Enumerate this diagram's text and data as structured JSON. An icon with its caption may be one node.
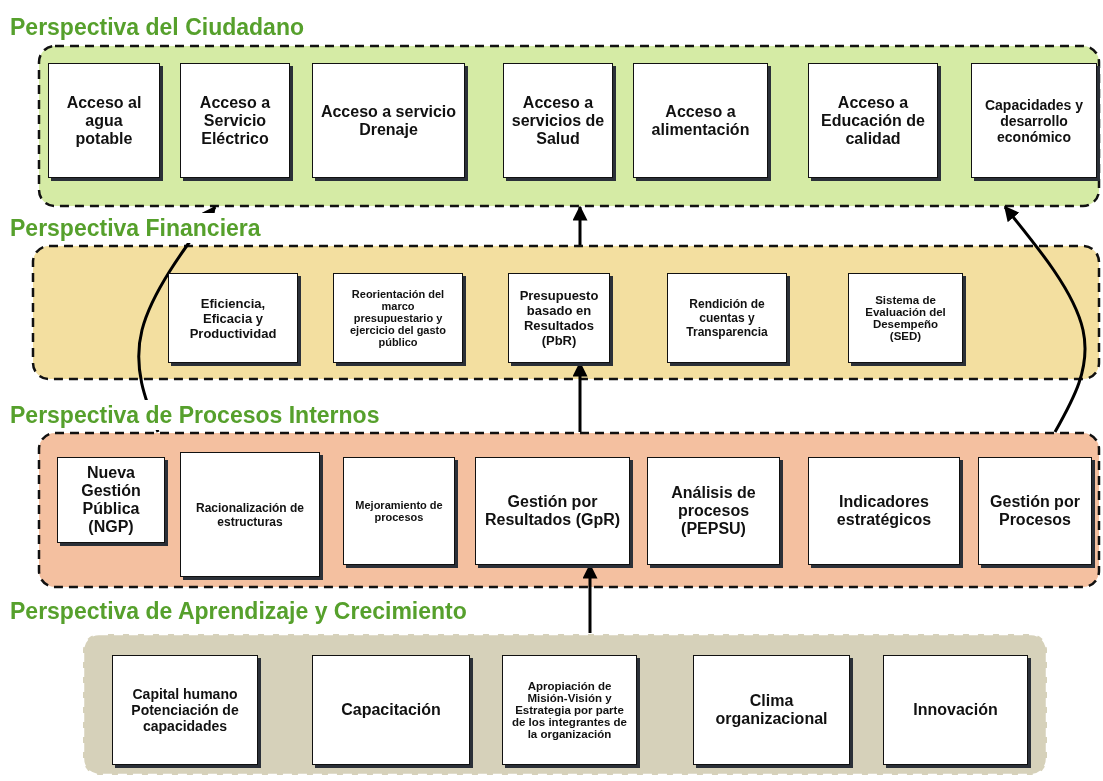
{
  "diagram": {
    "nodes": [
      {
        "text": [
          "Perspectiva del Ciudadano"
        ]
      },
      {
        "text": [
          "Acceso al agua potable"
        ],
        "in": 0
      },
      {
        "text": [
          "Acceso a Servicio Eléctrico"
        ],
        "in": 0
      },
      {
        "text": [
          "Acceso a servicio Drenaje"
        ],
        "in": 0
      },
      {
        "text": [
          "Acceso a servicios de Salud"
        ],
        "in": 0
      },
      {
        "text": [
          "Acceso a alimentación"
        ],
        "in": 0
      },
      {
        "text": [
          "Acceso a Educación de calidad"
        ],
        "in": 0
      },
      {
        "text": [
          "Capacidades y desarrollo económico"
        ],
        "in": 0
      },
      {
        "text": [
          "Perspectiva Financiera"
        ]
      },
      {
        "text": [
          "Eficiencia, Eficacia y Productividad"
        ],
        "in": 8
      },
      {
        "text": [
          "Reorientación del marco presupuestario y ejercicio del gasto público"
        ],
        "in": 8
      },
      {
        "text": [
          "Presupuesto basado en Resultados (PbR)"
        ],
        "in": 8
      },
      {
        "text": [
          "Rendición de cuentas y Transparencia"
        ],
        "in": 8
      },
      {
        "text": [
          "Sistema de Evaluación del Desempeño (SED)"
        ],
        "in": 8
      },
      {
        "text": [
          "Perspectiva de Procesos Internos"
        ]
      },
      {
        "text": [
          "Nueva Gestión Pública (NGP)"
        ],
        "in": 14
      },
      {
        "text": [
          "Racionalización de estructuras"
        ],
        "in": 14
      },
      {
        "text": [
          "Mejoramiento de procesos"
        ],
        "in": 14
      },
      {
        "text": [
          "Gestión por Resultados (GpR)"
        ],
        "in": 14
      },
      {
        "text": [
          "Análisis de procesos (PEPSU)"
        ],
        "in": 14
      },
      {
        "text": [
          "Indicadores estratégicos"
        ],
        "in": 14
      },
      {
        "text": [
          "Gestión por Procesos"
        ],
        "in": 14
      },
      {
        "text": [
          "Perspectiva de Aprendizaje y Crecimiento"
        ]
      },
      {
        "text": [
          "Capital humano Potenciación de capacidades"
        ],
        "in": 22
      },
      {
        "text": [
          "Capacitación"
        ],
        "in": 22
      },
      {
        "text": [
          "Apropiación de Misión-Visión y Estrategia por parte de los integrantes de la organización"
        ],
        "in": 22
      },
      {
        "text": [
          "Clima organizacional"
        ],
        "in": 22
      },
      {
        "text": [
          "Innovación"
        ],
        "in": 22
      }
    ],
    "edges": [
      {
        "from": 14,
        "to": 0,
        "arrow": "to"
      },
      {
        "from": 8,
        "to": 0,
        "arrow": "to"
      },
      {
        "from": 14,
        "to": 11,
        "arrow": "to"
      },
      {
        "from": 14,
        "to": 0,
        "arrow": "to"
      },
      {
        "from": 22,
        "to": 18,
        "arrow": "to"
      }
    ]
  }
}
